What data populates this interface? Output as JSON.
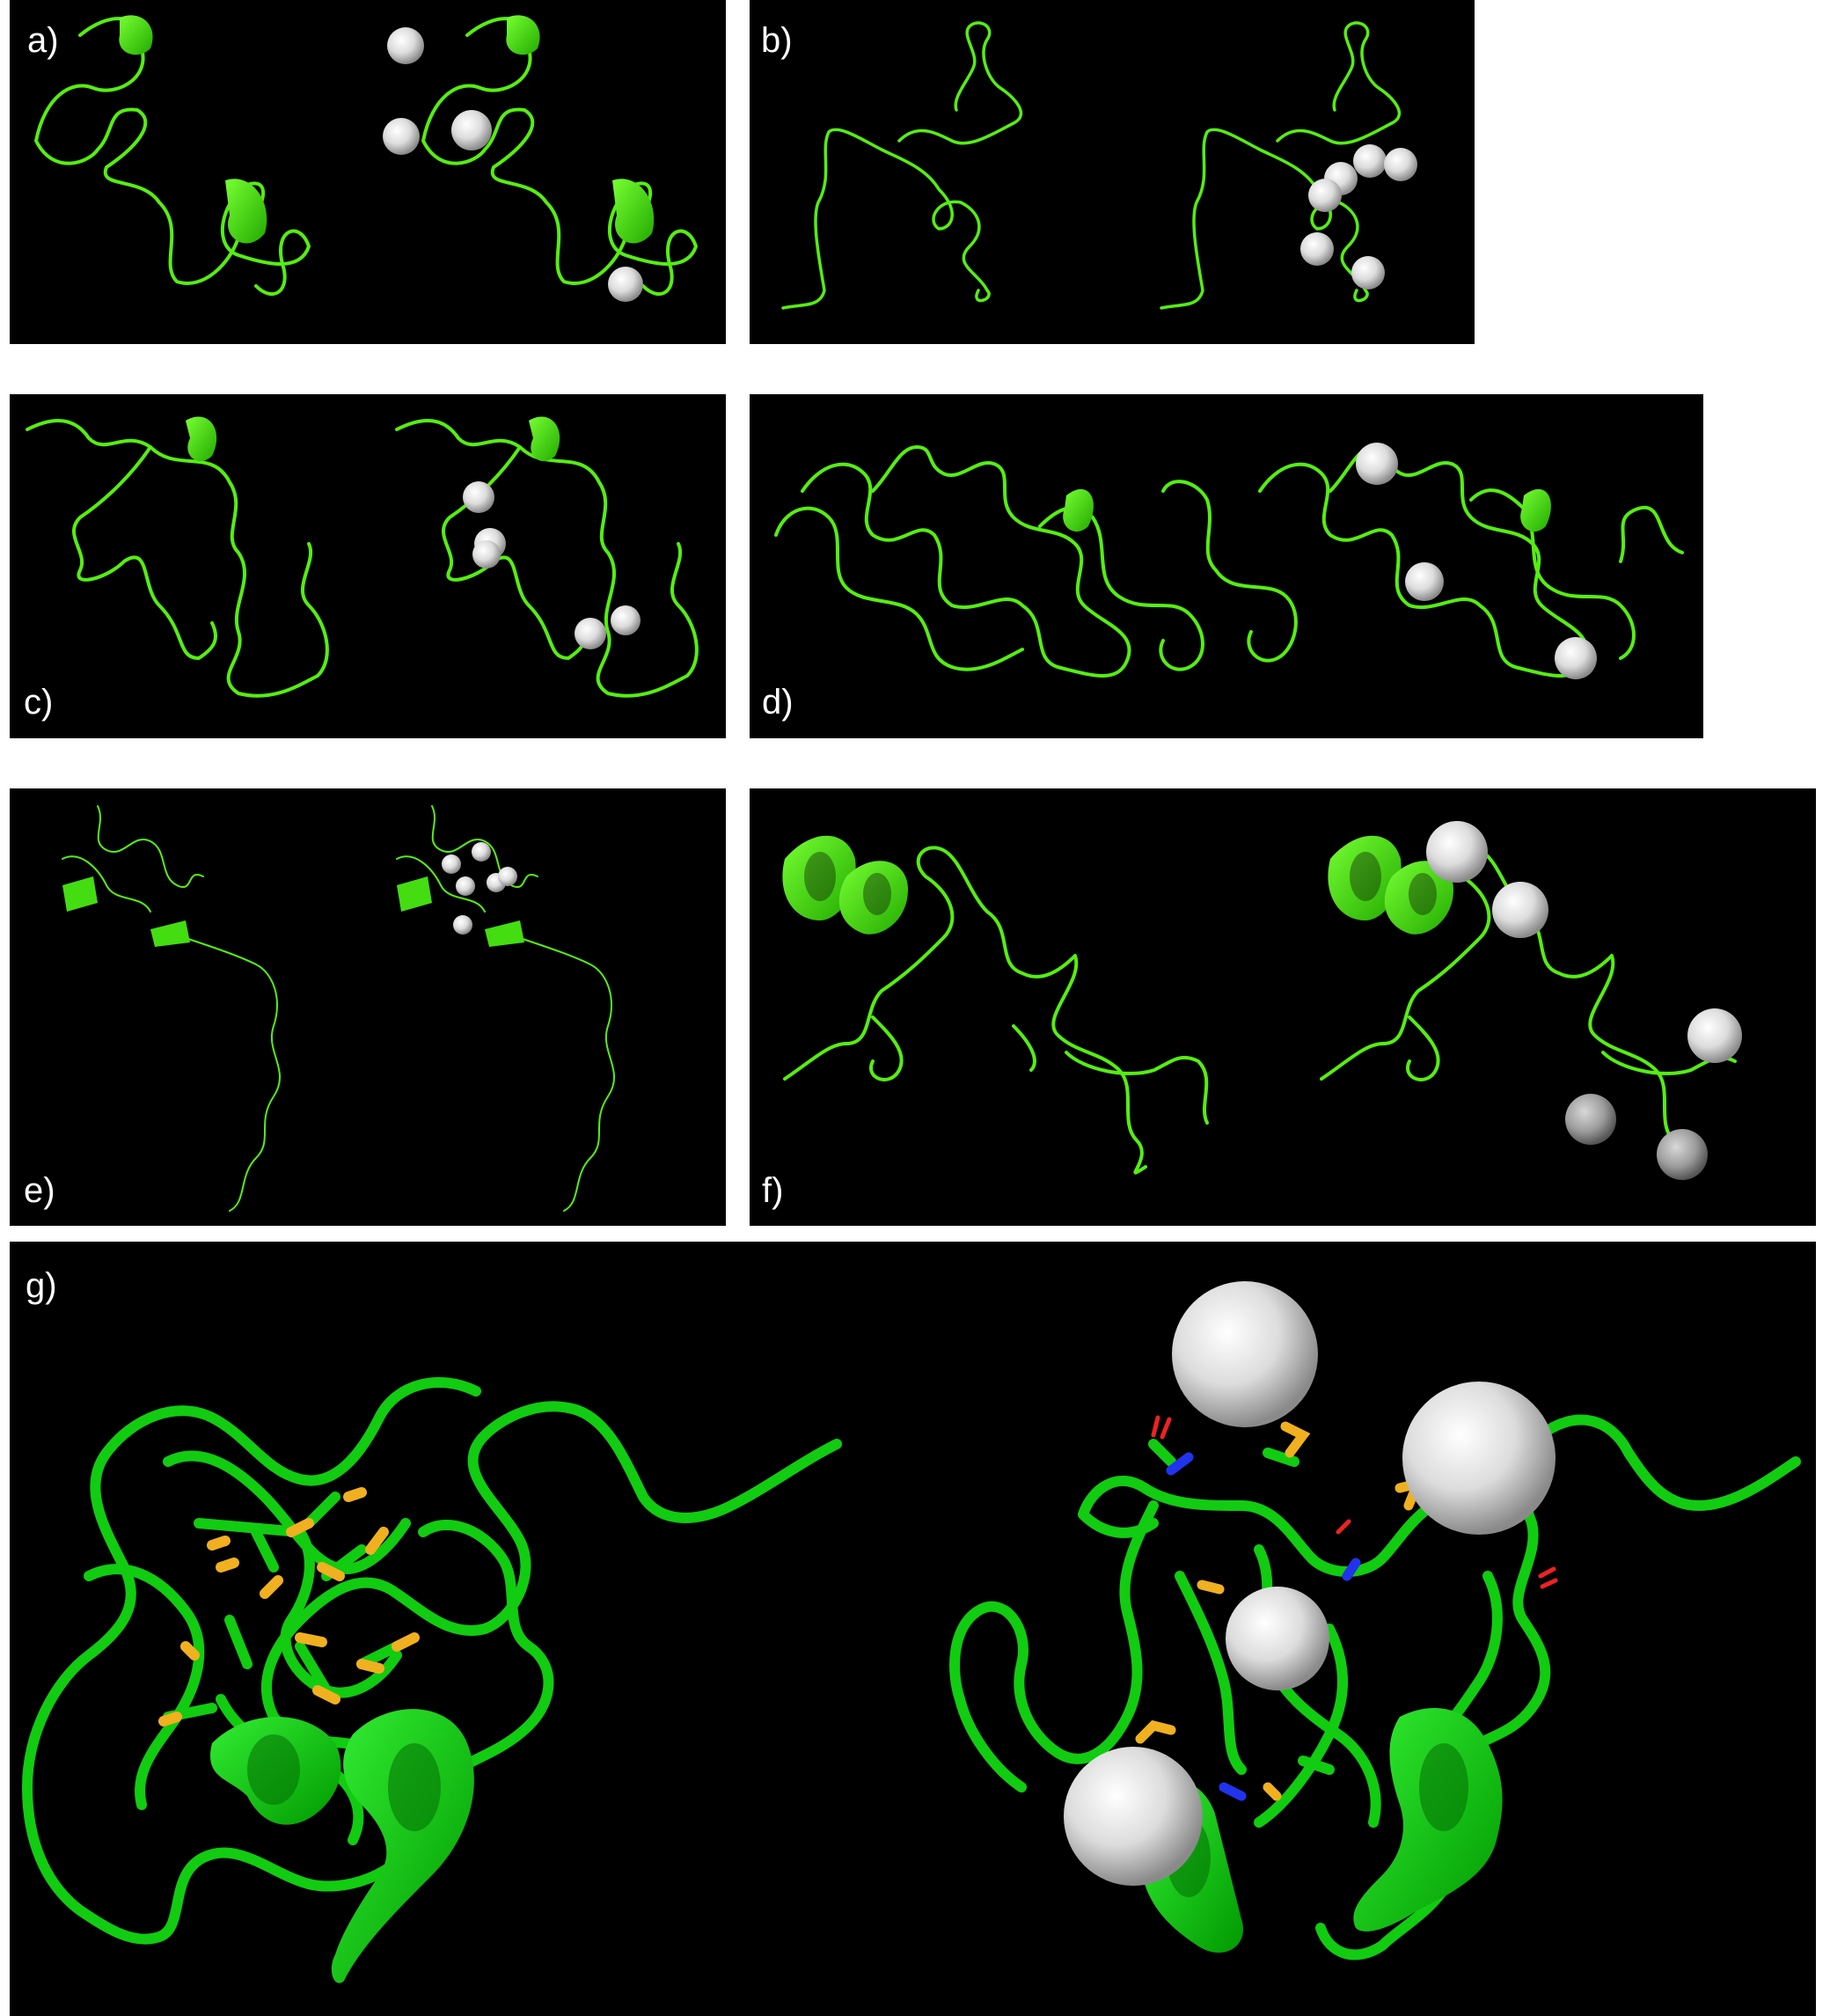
{
  "figure": {
    "background": "#ffffff",
    "panel_background": "#000000",
    "colors": {
      "ribbon": "#55ee11",
      "ribbon_g": "#11cc11",
      "sulfur": "#f0b020",
      "nitrogen": "#2233ee",
      "oxygen": "#ee2222",
      "sphere": "#e4e4e4"
    },
    "panels": [
      {
        "id": "a",
        "label": "a)",
        "description_icons": [
          "protein-ribbon",
          "metal-ion-spheres"
        ]
      },
      {
        "id": "b",
        "label": "b)"
      },
      {
        "id": "c",
        "label": "c)"
      },
      {
        "id": "d",
        "label": "d)"
      },
      {
        "id": "e",
        "label": "e)"
      },
      {
        "id": "f",
        "label": "f)"
      },
      {
        "id": "g",
        "label": "g)"
      }
    ]
  }
}
